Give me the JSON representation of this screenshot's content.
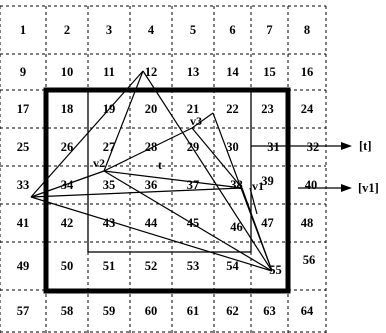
{
  "cells": [
    "1",
    "2",
    "3",
    "4",
    "5",
    "6",
    "7",
    "8",
    "9",
    "10",
    "11",
    "12",
    "13",
    "14",
    "15",
    "16",
    "17",
    "18",
    "19",
    "20",
    "21",
    "22",
    "23",
    "24",
    "25",
    "26",
    "27",
    "28",
    "29",
    "30",
    "31",
    "32",
    "33",
    "34",
    "35",
    "36",
    "37",
    "38",
    "39",
    "40",
    "41",
    "42",
    "43",
    "44",
    "45",
    "46",
    "47",
    "48",
    "49",
    "50",
    "51",
    "52",
    "53",
    "54",
    "55",
    "56",
    "57",
    "58",
    "59",
    "60",
    "61",
    "62",
    "63",
    "64"
  ],
  "vertex_labels": {
    "v1": "v1",
    "v2": "v2",
    "v3": "v3",
    "t": "t"
  },
  "arrow_labels": {
    "row32": "[t]",
    "row40": "[v1]"
  }
}
